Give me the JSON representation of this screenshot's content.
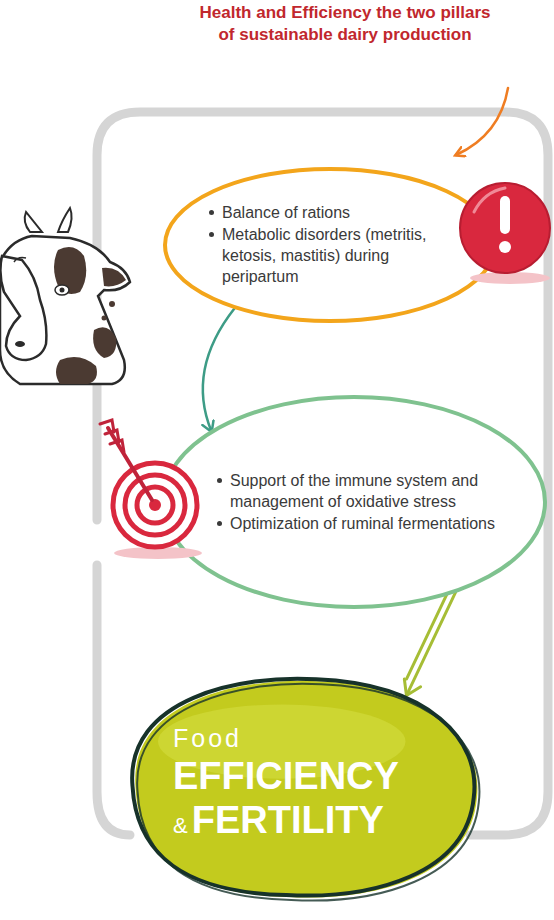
{
  "diagram": {
    "title": "Health and Efficiency the two pillars of sustainable dairy production",
    "nodes": [
      {
        "text": [
          "Balance of rations",
          "Metabolic disorders (metritis, ketosis, mastitis) during peripartum"
        ]
      },
      {
        "text": [
          "Support of the immune system and management of oxidative stress",
          "Optimization of ruminal fermentations"
        ]
      },
      {
        "text": [
          "Food",
          "EFFICIENCY",
          "&",
          "FERTILITY"
        ]
      }
    ],
    "edges": [
      {
        "from": 0,
        "to": 1,
        "arrow": "to"
      },
      {
        "from": 1,
        "to": 2,
        "arrow": "to"
      }
    ]
  }
}
